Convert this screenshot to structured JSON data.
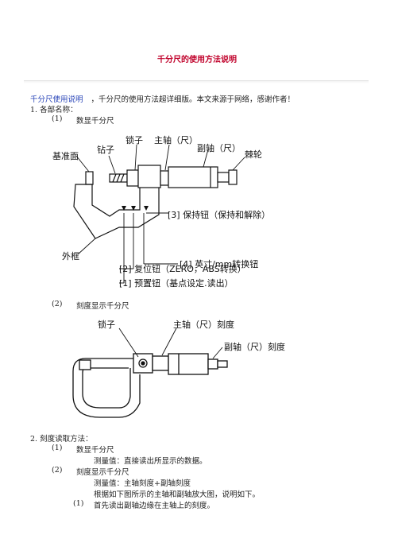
{
  "doc": {
    "title": "千分尺的使用方法说明",
    "intro_link": "千分尺使用说明",
    "intro_rest": "，千分尺的使用方法超详细版。本文来源于网络，感谢作者！",
    "s1_heading": "1. 各部名称：",
    "s1_item1_num": "(1)",
    "s1_item1_text": "数显千分尺",
    "s1_item2_num": "(2)",
    "s1_item2_text": "刻度显示千分尺",
    "s2_heading": "2. 刻度读取方法：",
    "s2_item1_num": "(1)",
    "s2_item1_text": "数显千分尺",
    "s2_item1_detail": "测量值：直接读出所显示的数据。",
    "s2_item2_num": "(2)",
    "s2_item2_text": "刻度显示千分尺",
    "s2_item2_detail1": "测量值：主轴刻度+副轴刻度",
    "s2_item2_detail2": "根据如下图所示的主轴和副轴放大图，说明如下。",
    "s2_sub_num": "(1)",
    "s2_sub_text": "首先读出副轴边缘在主轴上的刻度。"
  },
  "fig1": {
    "anvil_face": "基准面",
    "anvil": "钻子",
    "lock": "锁子",
    "spindle": "主轴（尺）",
    "thimble": "副轴（尺）",
    "ratchet": "棘轮",
    "hold": "[3] 保持钮（保持和解除）",
    "frame": "外框",
    "inch_mm": "[4] 英寸/mm转换钮",
    "zero": "[2] 复位钮（ZERO，ABS转换）",
    "preset": "[1] 预置钮（基点设定.读出）"
  },
  "fig2": {
    "lock": "锁子",
    "spindle_scale": "主轴（尺）刻度",
    "thimble_scale": "副轴（尺）刻度"
  }
}
